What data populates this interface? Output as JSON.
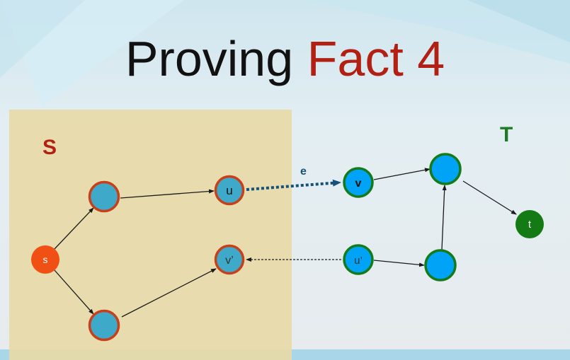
{
  "title": {
    "prefix": "Proving ",
    "accent": "Fact 4"
  },
  "colors": {
    "title_accent": "#b22014",
    "cut_region": "#e8d9a6",
    "set_s_label": "#b22014",
    "set_t_label": "#1e7a24",
    "node_fill_left": "#3fa9c9",
    "node_fill_right": "#00a3f5",
    "node_border_left": "#c7401a",
    "node_border_right": "#157a1a",
    "source_fill": "#f05014",
    "sink_fill": "#147a14",
    "edge_e": "#14527a"
  },
  "regions": {
    "s_label": "S",
    "t_label": "T"
  },
  "nodes": [
    {
      "id": "s",
      "label": "s"
    },
    {
      "id": "a",
      "label": ""
    },
    {
      "id": "b",
      "label": ""
    },
    {
      "id": "u",
      "label": "u"
    },
    {
      "id": "vp",
      "label": "v’"
    },
    {
      "id": "v",
      "label": "v"
    },
    {
      "id": "up",
      "label": "u’"
    },
    {
      "id": "c",
      "label": ""
    },
    {
      "id": "d",
      "label": ""
    },
    {
      "id": "t",
      "label": "t"
    }
  ],
  "edges": [
    {
      "id": "e",
      "from": "u",
      "to": "v",
      "label": "e",
      "style": "bold-dotted"
    },
    {
      "id": "e2",
      "from": "up",
      "to": "vp",
      "label": "",
      "style": "thin-dotted"
    }
  ]
}
